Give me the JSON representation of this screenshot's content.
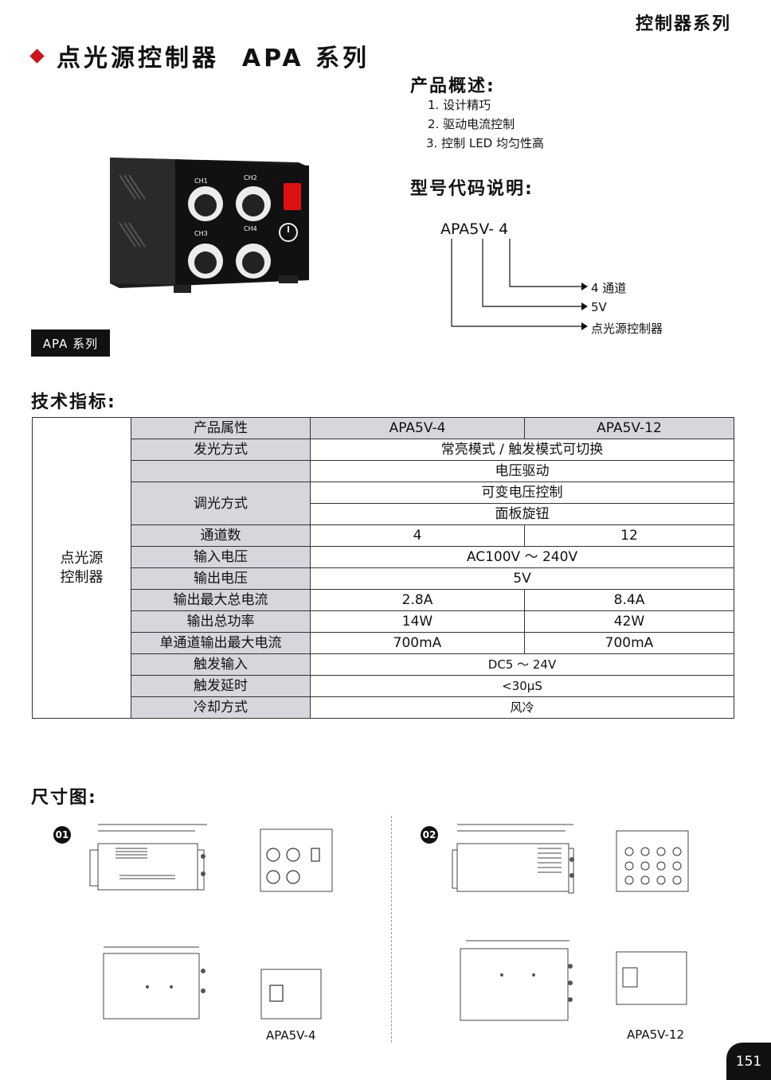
{
  "header": {
    "series_tag": "控制器系列",
    "title": "点光源控制器  APA 系列"
  },
  "overview": {
    "heading": "产品概述:",
    "items": [
      "1. 设计精巧",
      "2. 驱动电流控制",
      "3. 控制 LED 均匀性高"
    ]
  },
  "model_code": {
    "heading": "型号代码说明:",
    "code": "APA5V- 4",
    "labels": [
      "4 通道",
      "5V",
      "点光源控制器"
    ]
  },
  "product": {
    "series_label": "APA 系列",
    "knob_labels": [
      "CH1",
      "CH2",
      "CH3",
      "CH4"
    ]
  },
  "specs": {
    "heading": "技术指标:",
    "category": "点光源\n控制器",
    "header": [
      "产品属性",
      "APA5V-4",
      "APA5V-12"
    ],
    "light_mode": {
      "label": "发光方式",
      "value": "常亮模式 / 触发模式可切换"
    },
    "drive_value": "电压驱动",
    "dimming": {
      "label": "调光方式",
      "values": [
        "可变电压控制",
        "面板旋钮"
      ]
    },
    "channels": {
      "label": "通道数",
      "a": "4",
      "b": "12"
    },
    "input_voltage": {
      "label": "输入电压",
      "value": "AC100V ～ 240V"
    },
    "output_voltage": {
      "label": "输出电压",
      "value": "5V"
    },
    "max_total_current": {
      "label": "输出最大总电流",
      "a": "2.8A",
      "b": "8.4A"
    },
    "total_power": {
      "label": "输出总功率",
      "a": "14W",
      "b": "42W"
    },
    "channel_max_current": {
      "label": "单通道输出最大电流",
      "a": "700mA",
      "b": "700mA"
    },
    "trigger_input": {
      "label": "触发输入",
      "value": "DC5 ～ 24V"
    },
    "trigger_delay": {
      "label": "触发延时",
      "value": "<30μS"
    },
    "cooling": {
      "label": "冷却方式",
      "value": "风冷"
    }
  },
  "dimensions": {
    "heading": "尺寸图:",
    "badge1": "01",
    "badge2": "02",
    "caption1": "APA5V-4",
    "caption2": "APA5V-12"
  },
  "page_number": "151",
  "colors": {
    "accent": "#c8161d",
    "table_header": "#d6d6dc"
  }
}
